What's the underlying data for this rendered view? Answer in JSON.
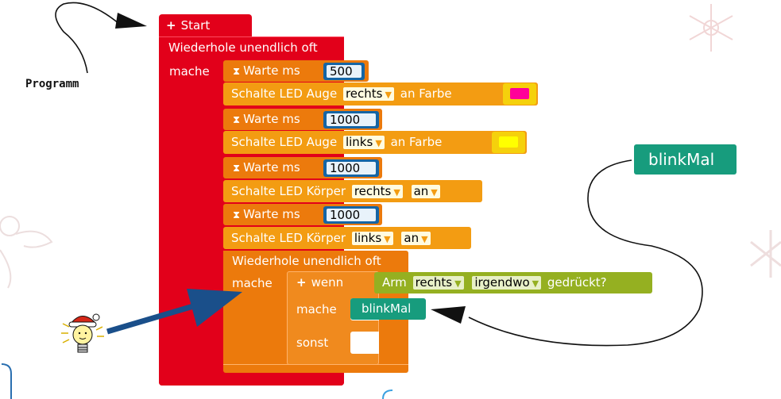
{
  "labels": {
    "programm": "Programm",
    "start": "Start",
    "outer_loop": "Wiederhole unendlich oft",
    "outer_mache": "mache",
    "inner_loop": "Wiederhole unendlich oft",
    "inner_mache": "mache",
    "wenn": "wenn",
    "mache_if": "mache",
    "sonst": "sonst",
    "blinkmal_call": "blinkMal",
    "blinkmal_def": "blinkMal"
  },
  "statements": [
    {
      "kind": "wait",
      "label": "Warte ms",
      "value": "500"
    },
    {
      "kind": "eye",
      "label": "Schalte LED  Auge",
      "side": "rechts",
      "mid": "an  Farbe",
      "color": "#ff0099"
    },
    {
      "kind": "wait",
      "label": "Warte ms",
      "value": "1000"
    },
    {
      "kind": "eye",
      "label": "Schalte LED  Auge",
      "side": "links",
      "mid": "an  Farbe",
      "color": "#ffff00"
    },
    {
      "kind": "wait",
      "label": "Warte ms",
      "value": "1000"
    },
    {
      "kind": "body",
      "label": "Schalte LED  Körper",
      "side": "rechts",
      "state": "an"
    },
    {
      "kind": "wait",
      "label": "Warte ms",
      "value": "1000"
    },
    {
      "kind": "body",
      "label": "Schalte LED  Körper",
      "side": "links",
      "state": "an"
    }
  ],
  "condition": {
    "label": "Arm",
    "side": "rechts",
    "where": "irgendwo",
    "suffix": "gedrückt?"
  },
  "colors": {
    "control_red": "#e2001a",
    "loop_orange": "#ec7a0c",
    "led_amber": "#f39c12",
    "number_blue": "#1565a5",
    "logic_olive": "#95b021",
    "function_teal": "#179c7d",
    "arrow_blue": "#1a4f8a"
  },
  "icons": [
    "hourglass-icon",
    "plus-icon",
    "dropdown-caret-icon",
    "santa-bulb-icon",
    "angel-icon",
    "snowflake-icon",
    "star-ornament-icon"
  ]
}
